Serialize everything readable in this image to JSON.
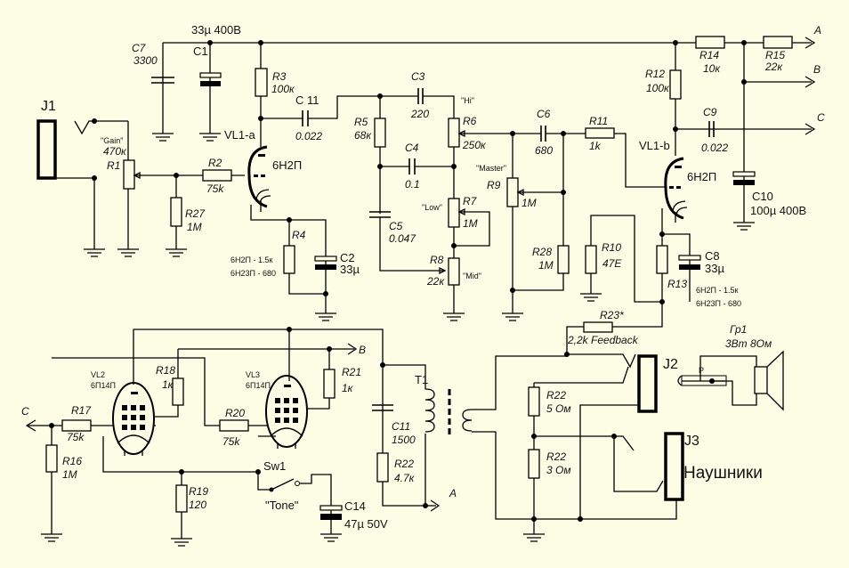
{
  "colors": {
    "background": "#fefde6",
    "lines": "#000000"
  },
  "labels": {
    "c1_rating": "33µ 400В",
    "c7_ref": "C7",
    "c7_val": "3300",
    "c1_ref": "C1",
    "r3_ref": "R3",
    "r3_val": "100к",
    "c11a_ref": "C 11",
    "c11a_val": "0.022",
    "vl1a": "VL1-a",
    "vl1a_type": "6Н2П",
    "j1": "J1",
    "gain": "\"Gain\"",
    "r1_val": "470к",
    "r1_ref": "R1",
    "r2_ref": "R2",
    "r2_val": "75k",
    "r27_ref": "R27",
    "r27_val": "1M",
    "r4_ref": "R4",
    "r4_note1": "6Н2П - 1.5к",
    "r4_note2": "6Н23П - 680",
    "c2_ref": "C2",
    "c2_val": "33µ",
    "c3_ref": "C3",
    "c3_val": "220",
    "r5_ref": "R5",
    "r5_val": "68к",
    "c4_ref": "C4",
    "c4_val": "0.1",
    "c5_ref": "C5",
    "c5_val": "0.047",
    "hi": "\"Hi\"",
    "r6_ref": "R6",
    "r6_val": "250к",
    "low": "\"Low\"",
    "r7_ref": "R7",
    "r7_val": "1M",
    "r8_ref": "R8",
    "r8_val": "22к",
    "mid": "\"Mid\"",
    "c6_ref": "C6",
    "c6_val": "680",
    "r11_ref": "R11",
    "r11_val": "1k",
    "master": "\"Master\"",
    "r9_ref": "R9",
    "r9_val": "1M",
    "r28_ref": "R28",
    "r28_val": "1M",
    "r10_ref": "R10",
    "r10_val": "47E",
    "r12_ref": "R12",
    "r12_val": "100к",
    "r14_ref": "R14",
    "r14_val": "10к",
    "r15_ref": "R15",
    "r15_val": "22к",
    "out_a": "A",
    "out_b": "B",
    "out_c": "C",
    "vl1b": "VL1-b",
    "vl1b_type": "6Н2П",
    "c9_ref": "C9",
    "c9_val": "0.022",
    "c10_ref": "C10",
    "c10_val": "100µ 400В",
    "c8_ref": "C8",
    "c8_val": "33µ",
    "r13_ref": "R13",
    "r13_note1": "6Н2П - 1.5к",
    "r13_note2": "6Н23П - 680",
    "r23_ref": "R23*",
    "r23_val": "2,2k Feedback",
    "gr1_ref": "Гр1",
    "gr1_val": "3Вт 8Ом",
    "plug_p": "P",
    "j2": "J2",
    "j3": "J3",
    "headphones": "Наушники",
    "t1": "T1",
    "c11_ref": "C11",
    "c11_val": "1500",
    "r22a_ref": "R22",
    "r22a_val": "4.7к",
    "r22b_ref": "R22",
    "r22b_val": "5 Ом",
    "r22c_ref": "R22",
    "r22c_val": "3 Ом",
    "in_a": "A",
    "in_b": "B",
    "in_c": "C",
    "vl2": "VL2",
    "vl2_type": "6П14П",
    "vl3": "VL3",
    "vl3_type": "6П14П",
    "r18_ref": "R18",
    "r18_val": "1к",
    "r21_ref": "R21",
    "r21_val": "1к",
    "r17_ref": "R17",
    "r17_val": "75k",
    "r20_ref": "R20",
    "r20_val": "75k",
    "r16_ref": "R16",
    "r16_val": "1M",
    "r19_ref": "R19",
    "r19_val": "120",
    "sw1": "Sw1",
    "tone": "\"Tone\"",
    "c14_ref": "C14",
    "c14_val": "47µ 50V"
  }
}
